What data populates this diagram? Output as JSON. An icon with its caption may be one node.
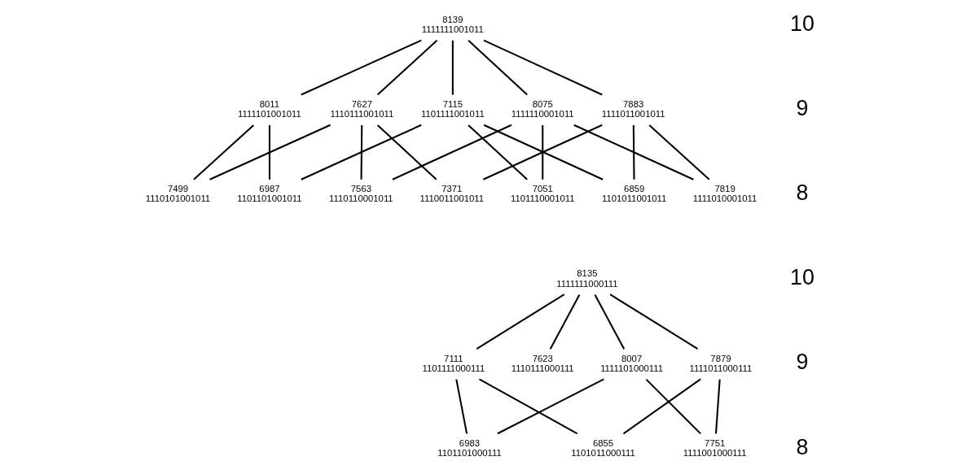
{
  "diagram": {
    "nodes": [
      {
        "text": [
          "8139",
          "1111111001011"
        ]
      },
      {
        "text": [
          "8075",
          "1111110001011"
        ]
      },
      {
        "text": [
          "7883",
          "1111011001011"
        ]
      },
      {
        "text": [
          "7627",
          "1110111001011"
        ]
      },
      {
        "text": [
          "8011",
          "1111101001011"
        ]
      },
      {
        "text": [
          "7115",
          "1101111001011"
        ]
      },
      {
        "text": [
          "7819",
          "1111010001011"
        ]
      },
      {
        "text": [
          "7563",
          "1110110001011"
        ]
      },
      {
        "text": [
          "7051",
          "1101110001011"
        ]
      },
      {
        "text": [
          "7371",
          "1110011001011"
        ]
      },
      {
        "text": [
          "6859",
          "1101011001011"
        ]
      },
      {
        "text": [
          "7499",
          "1110101001011"
        ]
      },
      {
        "text": [
          "6987",
          "1101101001011"
        ]
      },
      {
        "text": [
          "8135",
          "1111111000111"
        ]
      },
      {
        "text": [
          "8007",
          "1111101000111"
        ]
      },
      {
        "text": [
          "7879",
          "1111011000111"
        ]
      },
      {
        "text": [
          "7111",
          "1101111000111"
        ]
      },
      {
        "text": [
          "7623",
          "1110111000111"
        ]
      },
      {
        "text": [
          "7751",
          "1111001000111"
        ]
      },
      {
        "text": [
          "6983",
          "1101101000111"
        ]
      },
      {
        "text": [
          "6855",
          "1101011000111"
        ]
      }
    ],
    "edges": [
      {
        "from": 0,
        "to": 1,
        "arrow": "none"
      },
      {
        "from": 0,
        "to": 2,
        "arrow": "none"
      },
      {
        "from": 0,
        "to": 3,
        "arrow": "none"
      },
      {
        "from": 0,
        "to": 4,
        "arrow": "none"
      },
      {
        "from": 0,
        "to": 5,
        "arrow": "none"
      },
      {
        "from": 1,
        "to": 6,
        "arrow": "none"
      },
      {
        "from": 1,
        "to": 7,
        "arrow": "none"
      },
      {
        "from": 1,
        "to": 8,
        "arrow": "none"
      },
      {
        "from": 2,
        "to": 6,
        "arrow": "none"
      },
      {
        "from": 2,
        "to": 9,
        "arrow": "none"
      },
      {
        "from": 2,
        "to": 10,
        "arrow": "none"
      },
      {
        "from": 3,
        "to": 7,
        "arrow": "none"
      },
      {
        "from": 3,
        "to": 9,
        "arrow": "none"
      },
      {
        "from": 3,
        "to": 11,
        "arrow": "none"
      },
      {
        "from": 4,
        "to": 11,
        "arrow": "none"
      },
      {
        "from": 4,
        "to": 12,
        "arrow": "none"
      },
      {
        "from": 5,
        "to": 8,
        "arrow": "none"
      },
      {
        "from": 5,
        "to": 10,
        "arrow": "none"
      },
      {
        "from": 5,
        "to": 12,
        "arrow": "none"
      },
      {
        "from": 13,
        "to": 14,
        "arrow": "none"
      },
      {
        "from": 13,
        "to": 15,
        "arrow": "none"
      },
      {
        "from": 13,
        "to": 16,
        "arrow": "none"
      },
      {
        "from": 13,
        "to": 17,
        "arrow": "none"
      },
      {
        "from": 14,
        "to": 18,
        "arrow": "none"
      },
      {
        "from": 14,
        "to": 19,
        "arrow": "none"
      },
      {
        "from": 15,
        "to": 18,
        "arrow": "none"
      },
      {
        "from": 15,
        "to": 20,
        "arrow": "none"
      },
      {
        "from": 16,
        "to": 19,
        "arrow": "none"
      },
      {
        "from": 16,
        "to": 20,
        "arrow": "none"
      }
    ],
    "labels": [
      "10",
      "9",
      "8",
      "10",
      "9",
      "8"
    ]
  }
}
